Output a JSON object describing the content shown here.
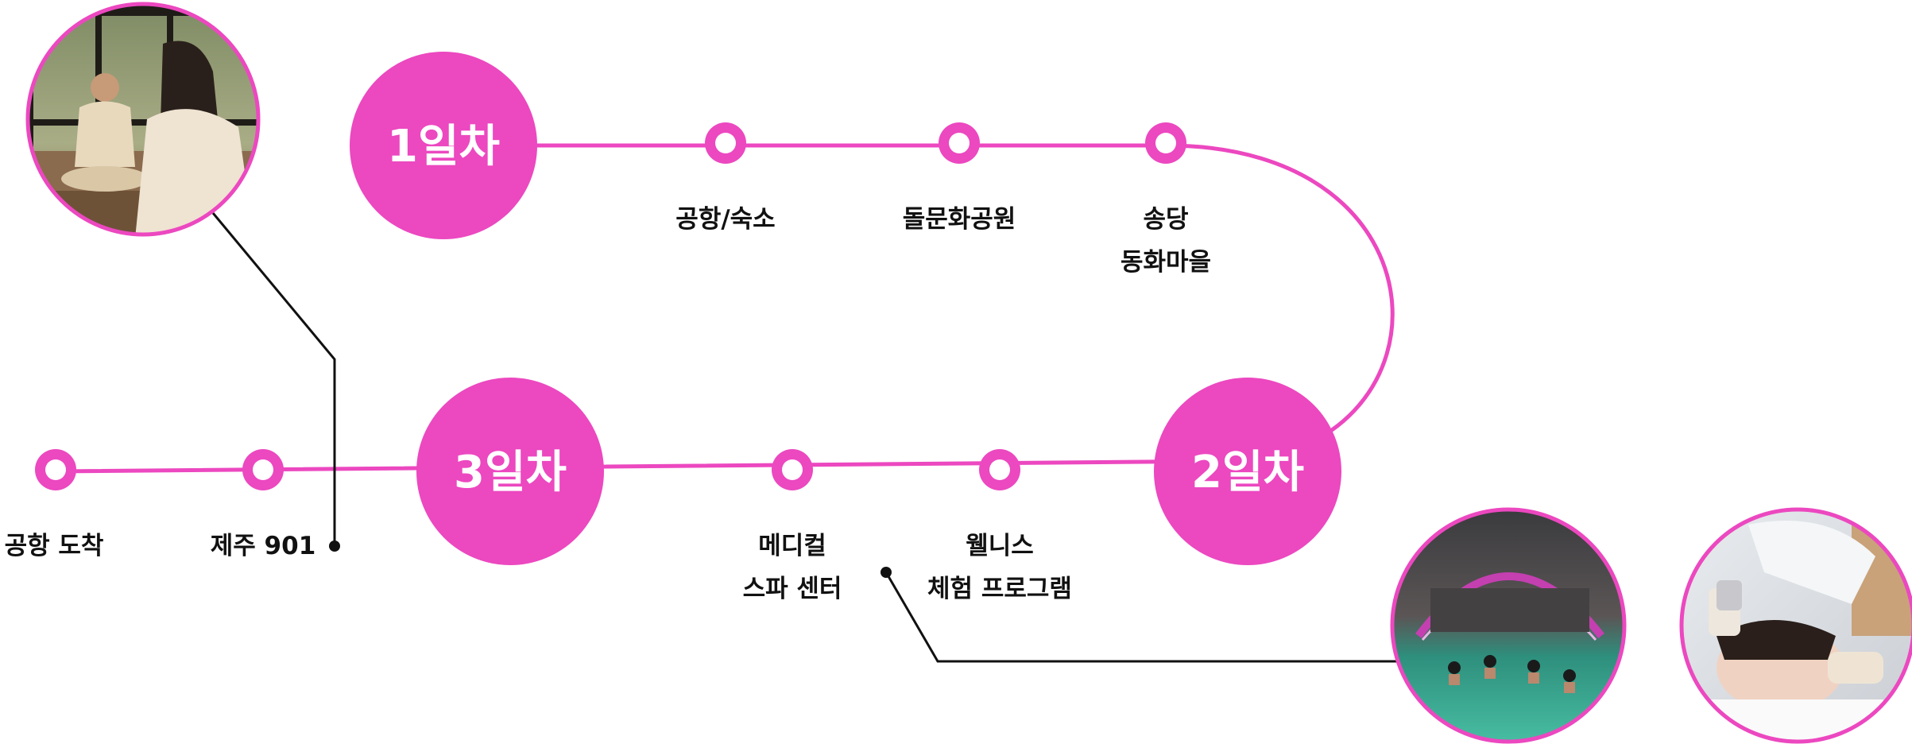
{
  "colors": {
    "accent": "#ec48c0",
    "text": "#111111",
    "connector": "#111111",
    "background": "#ffffff"
  },
  "days": [
    {
      "label": "1일차"
    },
    {
      "label": "2일차"
    },
    {
      "label": "3일차"
    }
  ],
  "stops": [
    {
      "lines": [
        "공항/숙소"
      ]
    },
    {
      "lines": [
        "돌문화공원"
      ]
    },
    {
      "lines": [
        "송당",
        "동화마을"
      ]
    },
    {
      "lines": [
        "웰니스",
        "체험 프로그램"
      ]
    },
    {
      "lines": [
        "메디컬",
        "스파 센터"
      ]
    },
    {
      "lines": [
        "제주 901"
      ]
    },
    {
      "lines": [
        "공항 도착"
      ]
    }
  ],
  "photos": [
    {
      "name": "meditation-photo",
      "description_icon": "meditation-icon"
    },
    {
      "name": "spa-pool-photo",
      "description_icon": "pool-icon"
    },
    {
      "name": "facial-treatment-photo",
      "description_icon": "facial-icon"
    }
  ]
}
